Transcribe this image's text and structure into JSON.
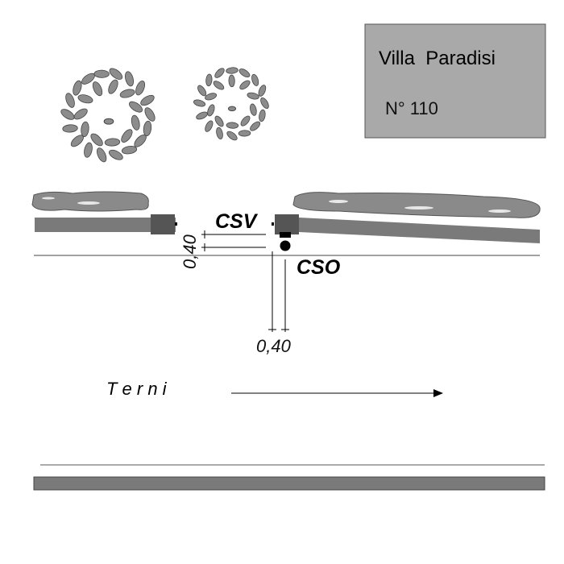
{
  "title_box": {
    "name": "Villa  Paradisi",
    "number": "N° 110"
  },
  "labels": {
    "csv": "CSV",
    "cso": "CSO",
    "direction": "T e r n i"
  },
  "dimensions": {
    "vertical_offset": "0,40",
    "horizontal_offset": "0,40"
  },
  "colors": {
    "box_fill": "#a9a9a9",
    "hedge": "#8a8a8a",
    "wall": "#7a7a7a",
    "post": "#555555"
  }
}
